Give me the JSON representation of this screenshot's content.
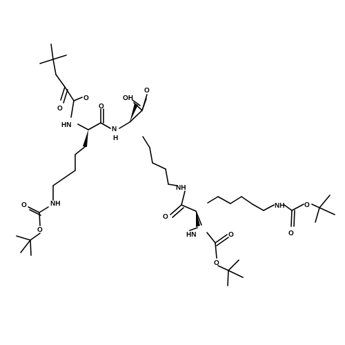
{
  "labels": {
    "oh": "OH",
    "o": "O",
    "nh": "NH",
    "hn": "HN",
    "n_h": "N",
    "h": "H"
  }
}
